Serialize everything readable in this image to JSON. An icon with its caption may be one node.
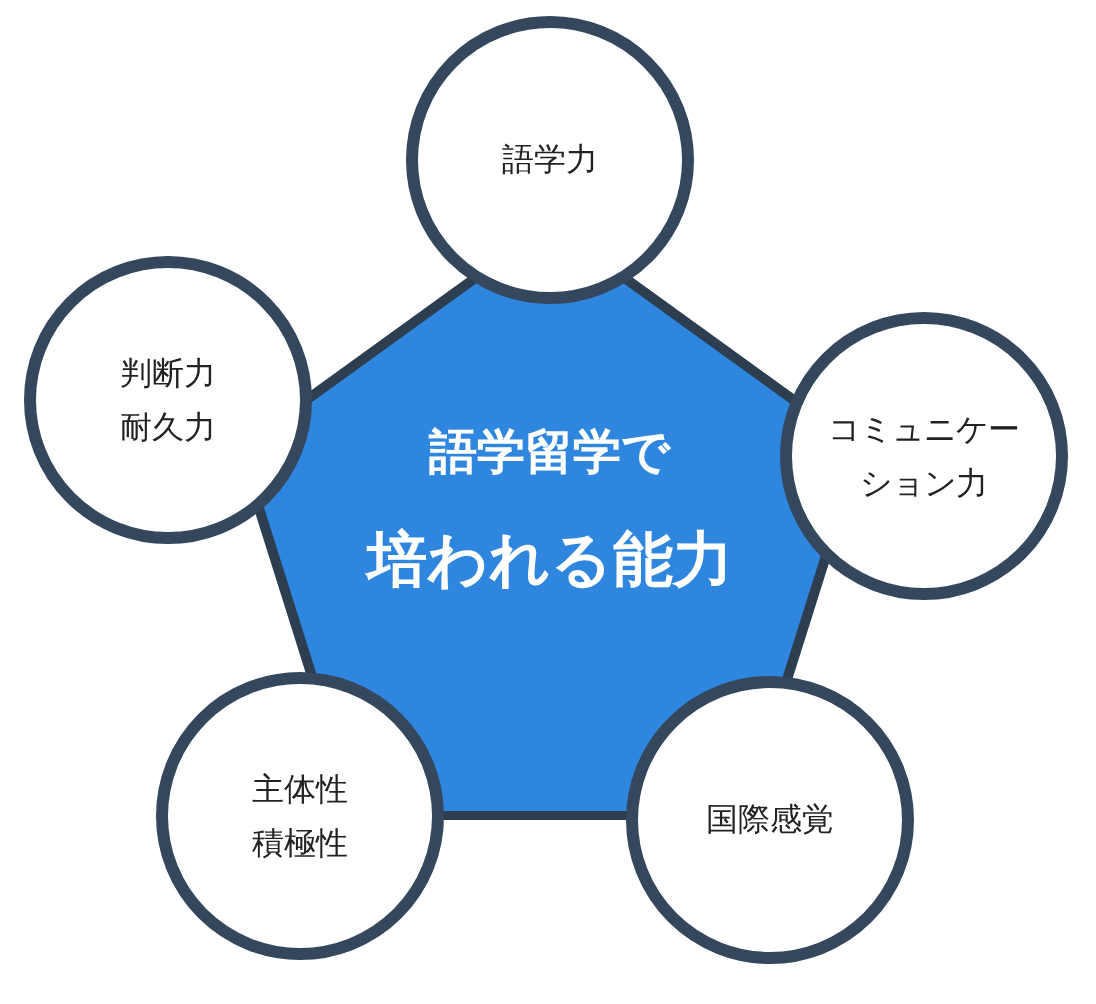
{
  "diagram": {
    "nodes": [
      {
        "text": [
          "語学留学で",
          "培われる能力"
        ]
      },
      {
        "text": [
          "語学力"
        ]
      },
      {
        "text": [
          "コミュニケーション力"
        ]
      },
      {
        "text": [
          "国際感覚"
        ]
      },
      {
        "text": [
          "主体性",
          "積極性"
        ]
      },
      {
        "text": [
          "判断力",
          "耐久力"
        ]
      }
    ],
    "edges": []
  }
}
